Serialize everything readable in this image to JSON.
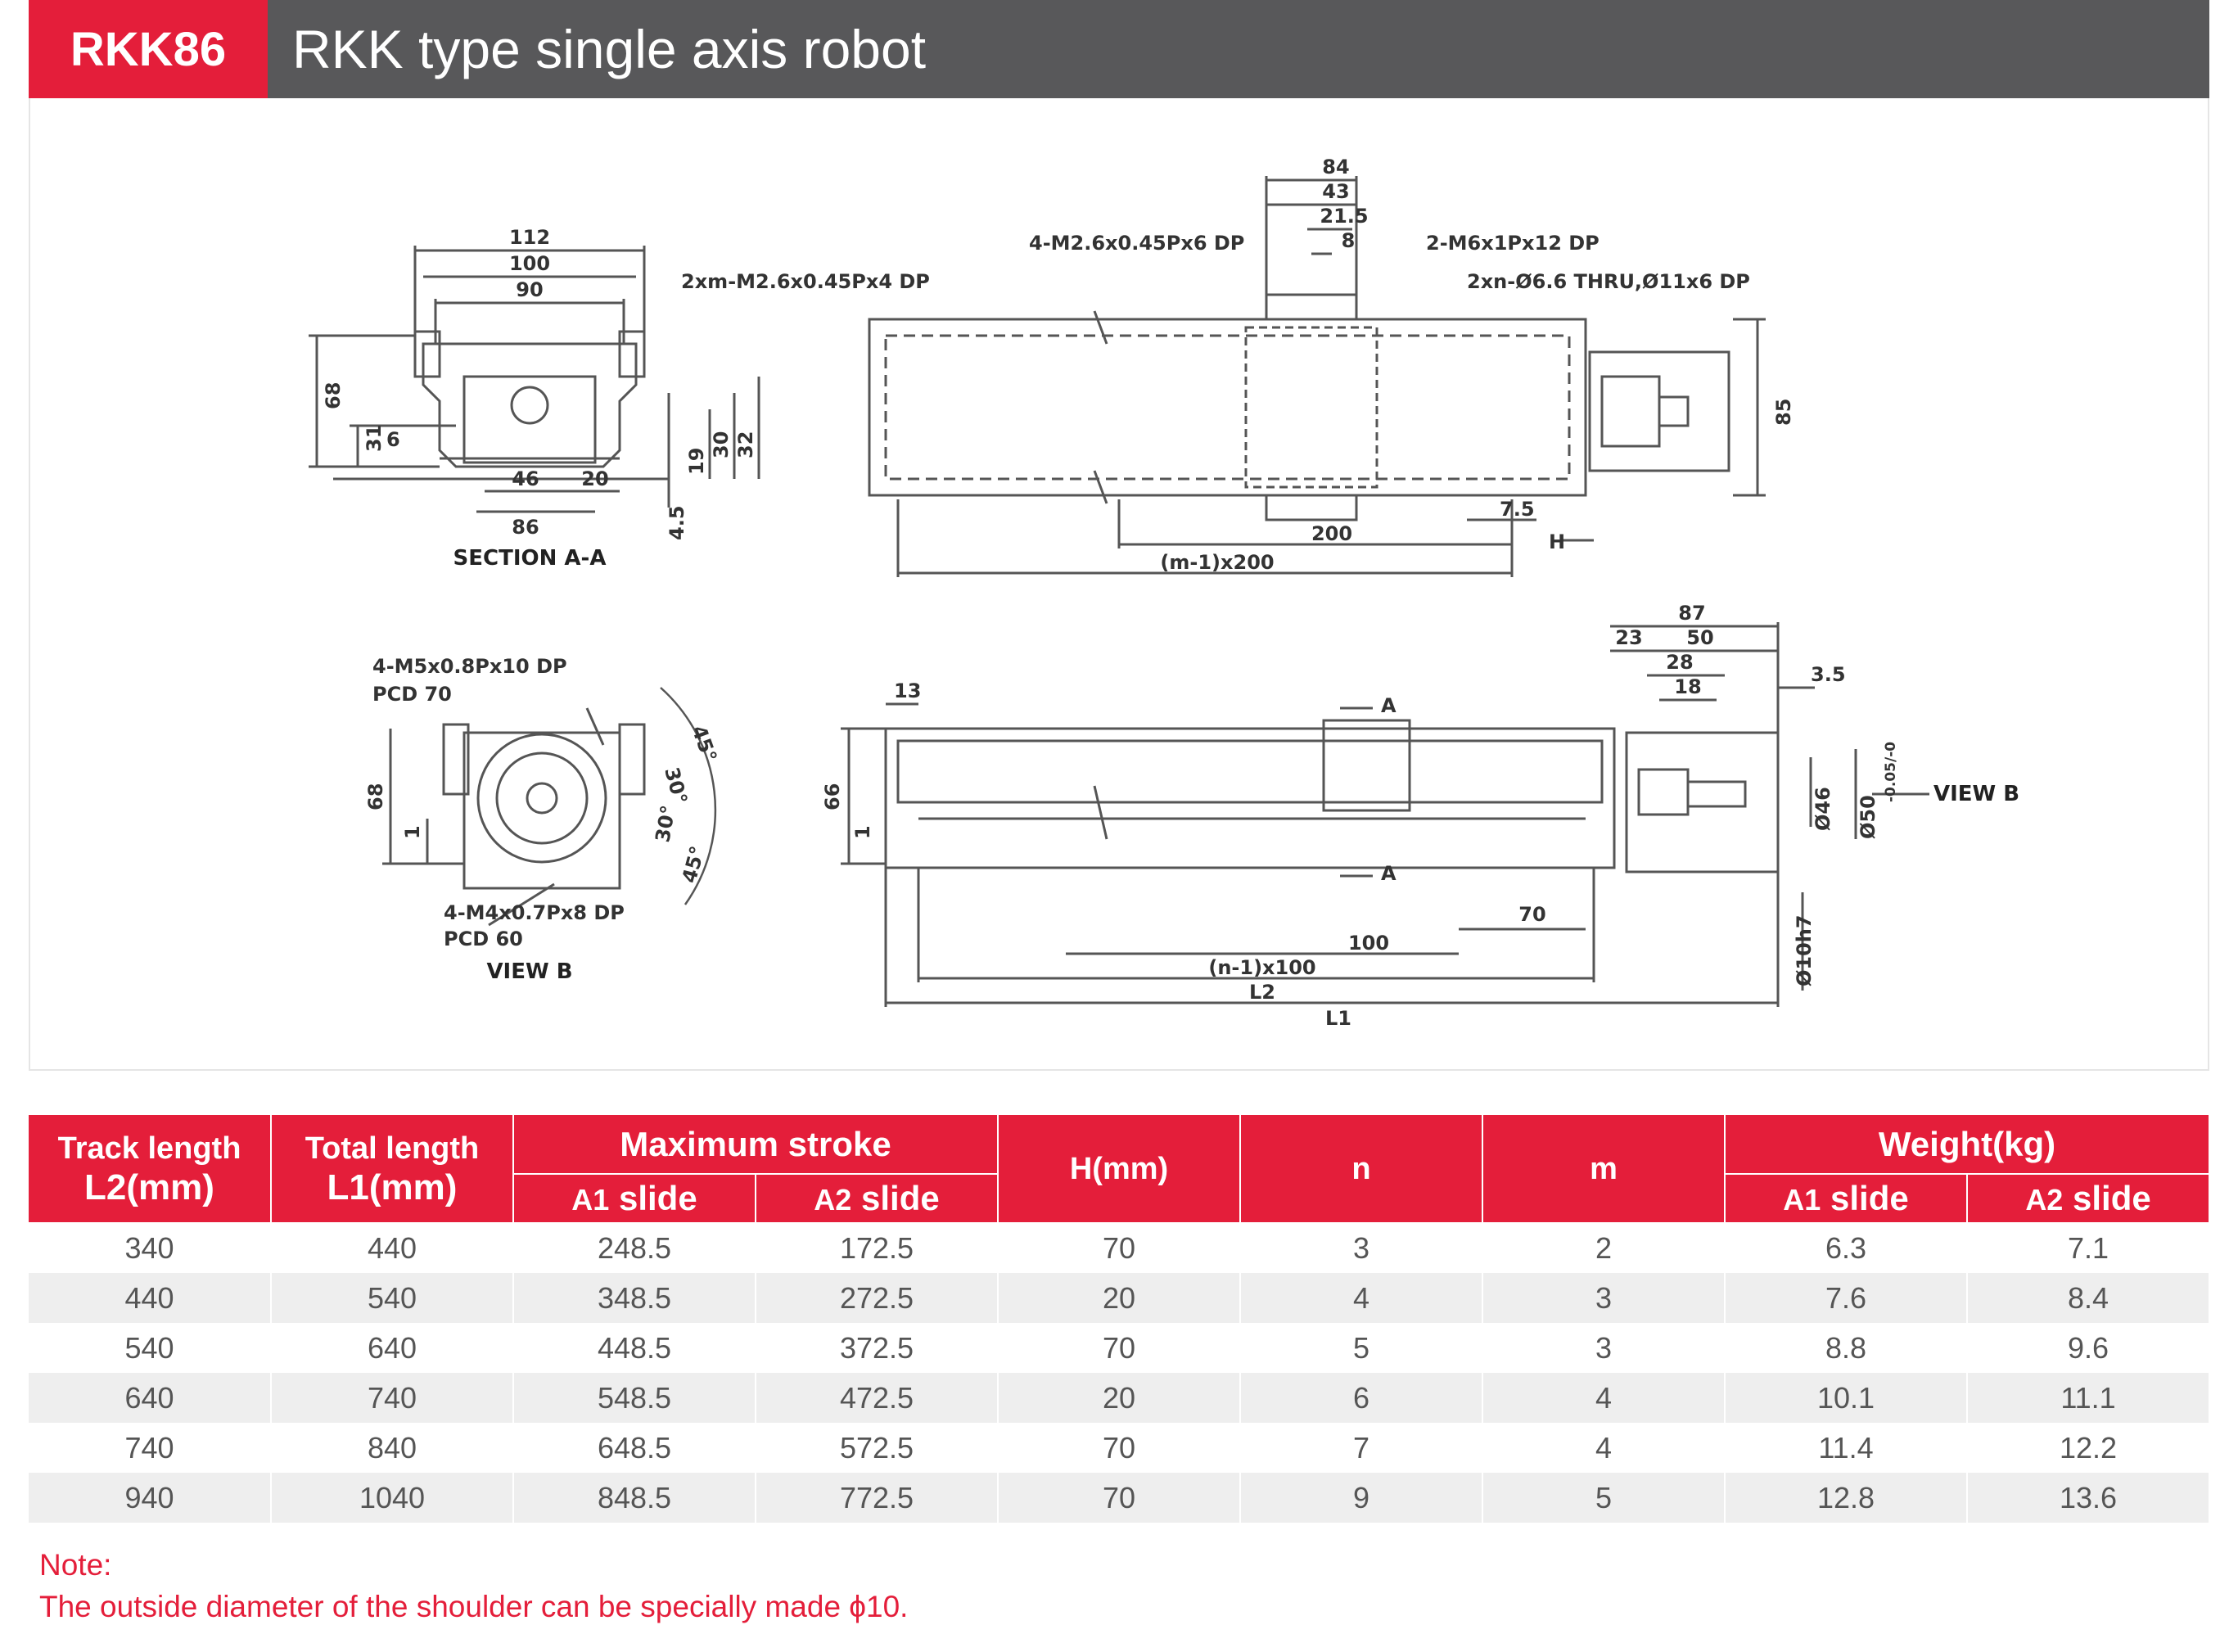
{
  "header": {
    "model": "RKK86",
    "title": "RKK type single axis robot"
  },
  "drawing": {
    "section_aa": {
      "dims": [
        "112",
        "100",
        "90",
        "68",
        "31",
        "6",
        "46",
        "20",
        "86",
        "4.5",
        "19",
        "30",
        "32"
      ],
      "caption": "SECTION A-A"
    },
    "top_view": {
      "dims": [
        "84",
        "43",
        "21.5",
        "8",
        "85",
        "7.5",
        "H",
        "200",
        "(m-1)x200"
      ],
      "callouts": [
        "2xm-M2.6x0.45Px4 DP",
        "4-M2.6x0.45Px6 DP",
        "2-M6x1Px12 DP",
        "2xn-Ø6.6 THRU,Ø11x6 DP"
      ]
    },
    "view_b": {
      "callouts": [
        "4-M5x0.8Px10 DP",
        "PCD 70",
        "4-M4x0.7Px8 DP",
        "PCD 60"
      ],
      "angles": [
        "45°",
        "30°",
        "30°",
        "45°"
      ],
      "dims": [
        "68",
        "1"
      ],
      "caption": "VIEW B"
    },
    "side_view": {
      "dims": [
        "13",
        "66",
        "1",
        "87",
        "23",
        "50",
        "28",
        "18",
        "3.5",
        "Ø46",
        "Ø50",
        "Ø10h7",
        "100",
        "70",
        "(n-1)x100",
        "L2",
        "L1"
      ],
      "tolerance": "-0.05/-0",
      "section_marks": [
        "A",
        "A"
      ],
      "view_label": "VIEW B"
    }
  },
  "table": {
    "headers": {
      "track_length_line1": "Track length",
      "track_length_line2": "L2(mm)",
      "total_length_line1": "Total length",
      "total_length_line2": "L1(mm)",
      "max_stroke": "Maximum stroke",
      "h": "H(mm)",
      "n": "n",
      "m": "m",
      "weight": "Weight(kg)",
      "a1_prefix": "A1",
      "a2_prefix": "A2",
      "slide_suffix": "slide"
    },
    "rows": [
      {
        "l2": "340",
        "l1": "440",
        "a1": "248.5",
        "a2": "172.5",
        "h": "70",
        "n": "3",
        "m": "2",
        "w1": "6.3",
        "w2": "7.1"
      },
      {
        "l2": "440",
        "l1": "540",
        "a1": "348.5",
        "a2": "272.5",
        "h": "20",
        "n": "4",
        "m": "3",
        "w1": "7.6",
        "w2": "8.4"
      },
      {
        "l2": "540",
        "l1": "640",
        "a1": "448.5",
        "a2": "372.5",
        "h": "70",
        "n": "5",
        "m": "3",
        "w1": "8.8",
        "w2": "9.6"
      },
      {
        "l2": "640",
        "l1": "740",
        "a1": "548.5",
        "a2": "472.5",
        "h": "20",
        "n": "6",
        "m": "4",
        "w1": "10.1",
        "w2": "11.1"
      },
      {
        "l2": "740",
        "l1": "840",
        "a1": "648.5",
        "a2": "572.5",
        "h": "70",
        "n": "7",
        "m": "4",
        "w1": "11.4",
        "w2": "12.2"
      },
      {
        "l2": "940",
        "l1": "1040",
        "a1": "848.5",
        "a2": "772.5",
        "h": "70",
        "n": "9",
        "m": "5",
        "w1": "12.8",
        "w2": "13.6"
      }
    ]
  },
  "note": {
    "title": "Note:",
    "text": "The outside diameter of the shoulder can be specially made ϕ10."
  },
  "colors": {
    "accent": "#e41e3a",
    "header_gray": "#58585a",
    "row_alt": "#eeeeee"
  }
}
